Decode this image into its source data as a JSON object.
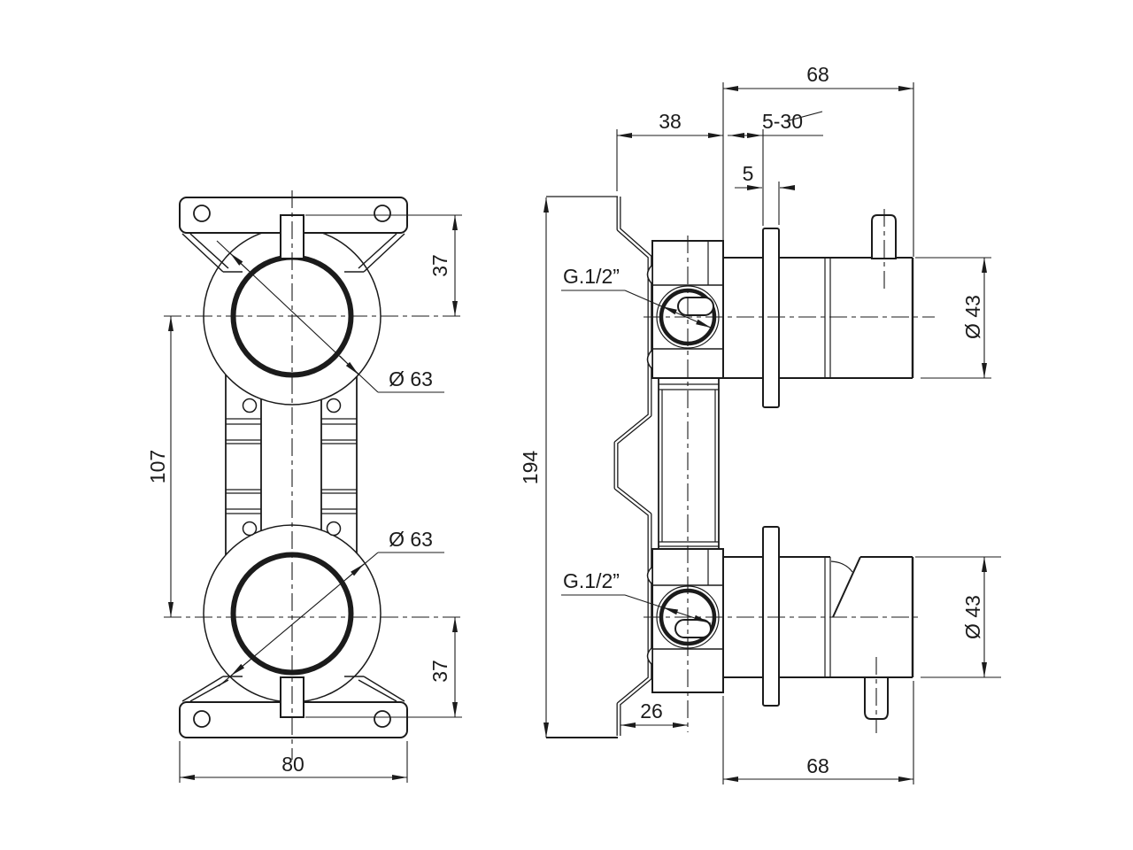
{
  "colors": {
    "ink": "#1b1b1b",
    "background": "#ffffff"
  },
  "front_view": {
    "dim_top_offset": "37",
    "dim_upper_diameter": "Ø 63",
    "dim_center_distance": "107",
    "dim_lower_diameter": "Ø 63",
    "dim_bottom_offset": "37",
    "dim_base_width": "80"
  },
  "side_view": {
    "dim_depth_top": "68",
    "dim_body_depth": "38",
    "dim_wall_range": "5-30",
    "dim_plate_thickness": "5",
    "label_thread_upper": "G.1/2”",
    "dim_trim_diameter_upper": "Ø 43",
    "dim_total_height": "194",
    "label_thread_lower": "G.1/2”",
    "dim_trim_diameter_lower": "Ø 43",
    "dim_outlet_offset": "26",
    "dim_depth_bottom": "68"
  }
}
